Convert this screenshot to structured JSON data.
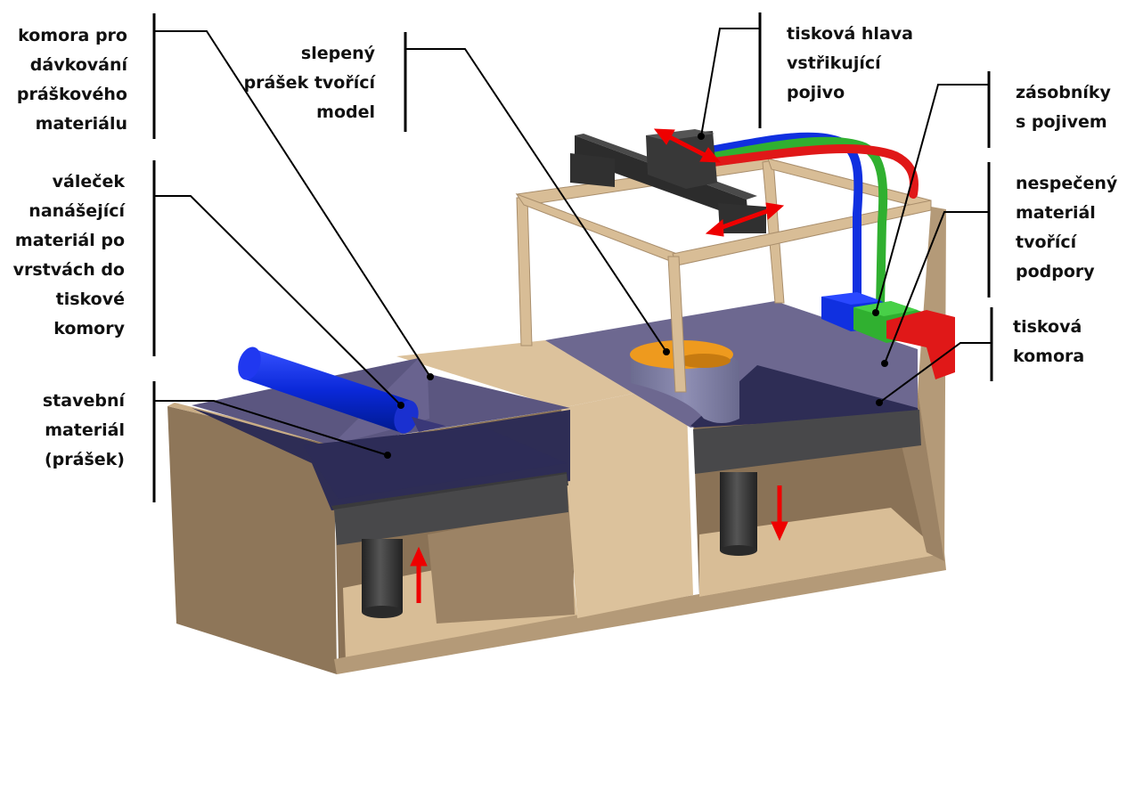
{
  "labels": {
    "dosing_chamber": "komora pro\ndávkování\npráškového\nmateriálu",
    "bound_powder": "slepený\nprášek tvořící\nmodel",
    "print_head": "tisková hlava\nvstřikující\npojivo",
    "binder_reservoirs": "zásobníky\ns pojivem",
    "roller": "váleček\nnanášející\nmateriál po\nvrstvách do\ntiskové\nkomory",
    "unsintered_support": "nespečený\nmateriál\ntvořící\npodpory",
    "build_material": "stavební\nmateriál\n(prášek)",
    "print_chamber": "tisková\nkomora"
  },
  "colors": {
    "frame": "#d8bd96",
    "frame_dark": "#8a7257",
    "frame_mid": "#b49a78",
    "platform": "#48484a",
    "powder": "#2e2d55",
    "chamber_glass": "#5b5680",
    "roller": "#0a28d8",
    "model": "#ee9a1e",
    "arrow": "#ee0000",
    "binder_blue": "#1030e0",
    "binder_green": "#30b030",
    "binder_red": "#e01818",
    "leader": "#000000"
  }
}
